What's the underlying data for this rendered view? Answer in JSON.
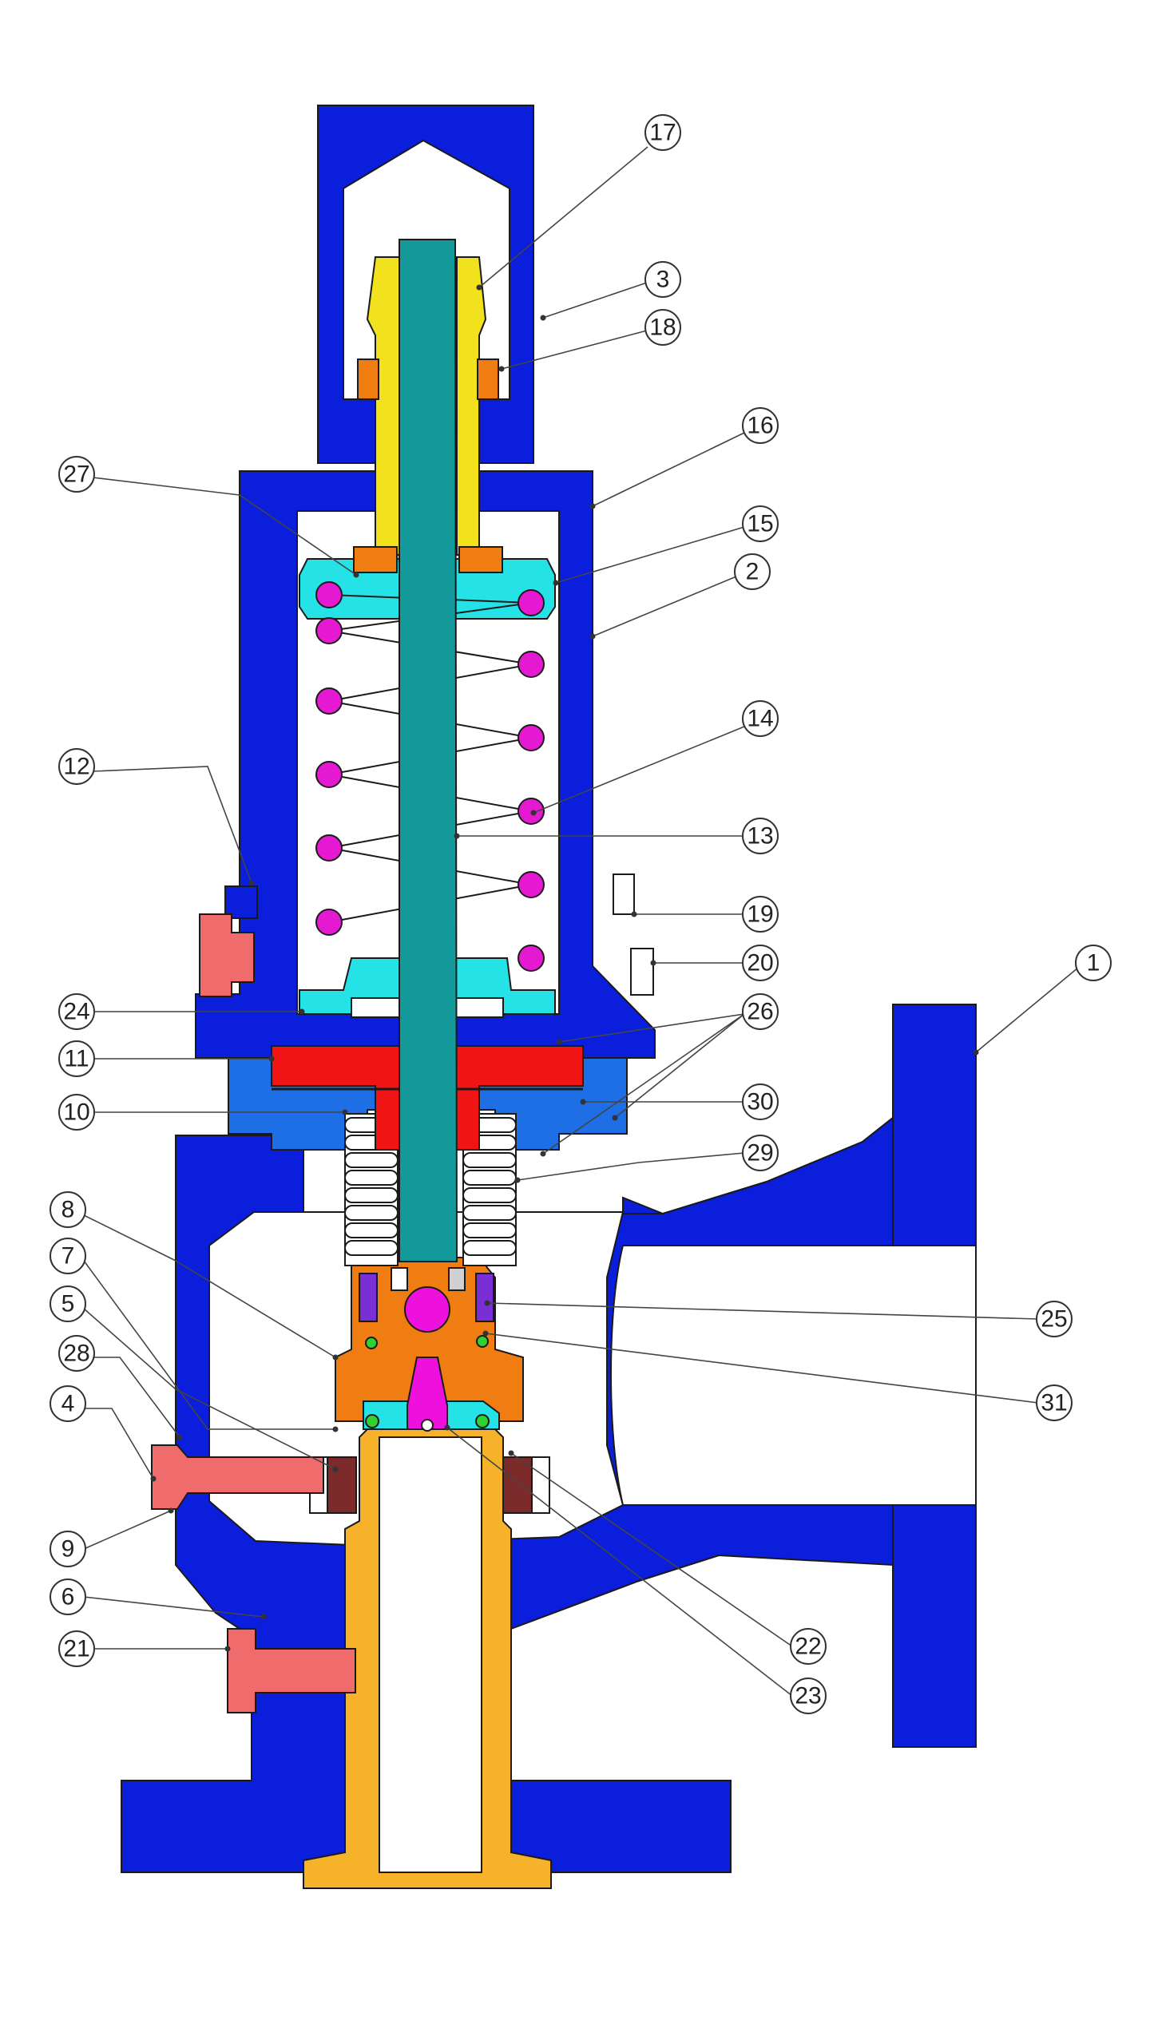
{
  "diagram": {
    "kind": "valve-cross-section",
    "colors": {
      "body": "#0a1edc",
      "body_light": "#1e6ee6",
      "stem": "#149a9a",
      "spring": "#e619d2",
      "spring_seat": "#25e2e6",
      "yellow_part": "#f2e21e",
      "orange_part": "#f07d12",
      "nozzle": "#f5b22a",
      "red_plate": "#f01414",
      "plug": "#f06b6b",
      "purple_part": "#7a2fd6",
      "brown_ring": "#7d2a2a",
      "green_seal": "#2fd22f",
      "magenta_ball": "#ee11dd"
    },
    "callouts": [
      {
        "id": "c17",
        "label": "17"
      },
      {
        "id": "c3",
        "label": "3"
      },
      {
        "id": "c18",
        "label": "18"
      },
      {
        "id": "c16",
        "label": "16"
      },
      {
        "id": "c27",
        "label": "27"
      },
      {
        "id": "c15",
        "label": "15"
      },
      {
        "id": "c2",
        "label": "2"
      },
      {
        "id": "c14",
        "label": "14"
      },
      {
        "id": "c12",
        "label": "12"
      },
      {
        "id": "c13",
        "label": "13"
      },
      {
        "id": "c19",
        "label": "19"
      },
      {
        "id": "c20",
        "label": "20"
      },
      {
        "id": "c1",
        "label": "1"
      },
      {
        "id": "c24",
        "label": "24"
      },
      {
        "id": "c26",
        "label": "26"
      },
      {
        "id": "c11",
        "label": "11"
      },
      {
        "id": "c10",
        "label": "10"
      },
      {
        "id": "c30",
        "label": "30"
      },
      {
        "id": "c29",
        "label": "29"
      },
      {
        "id": "c8",
        "label": "8"
      },
      {
        "id": "c7",
        "label": "7"
      },
      {
        "id": "c25",
        "label": "25"
      },
      {
        "id": "c5",
        "label": "5"
      },
      {
        "id": "c28",
        "label": "28"
      },
      {
        "id": "c31",
        "label": "31"
      },
      {
        "id": "c4",
        "label": "4"
      },
      {
        "id": "c9",
        "label": "9"
      },
      {
        "id": "c6",
        "label": "6"
      },
      {
        "id": "c22",
        "label": "22"
      },
      {
        "id": "c21",
        "label": "21"
      },
      {
        "id": "c23",
        "label": "23"
      }
    ]
  }
}
